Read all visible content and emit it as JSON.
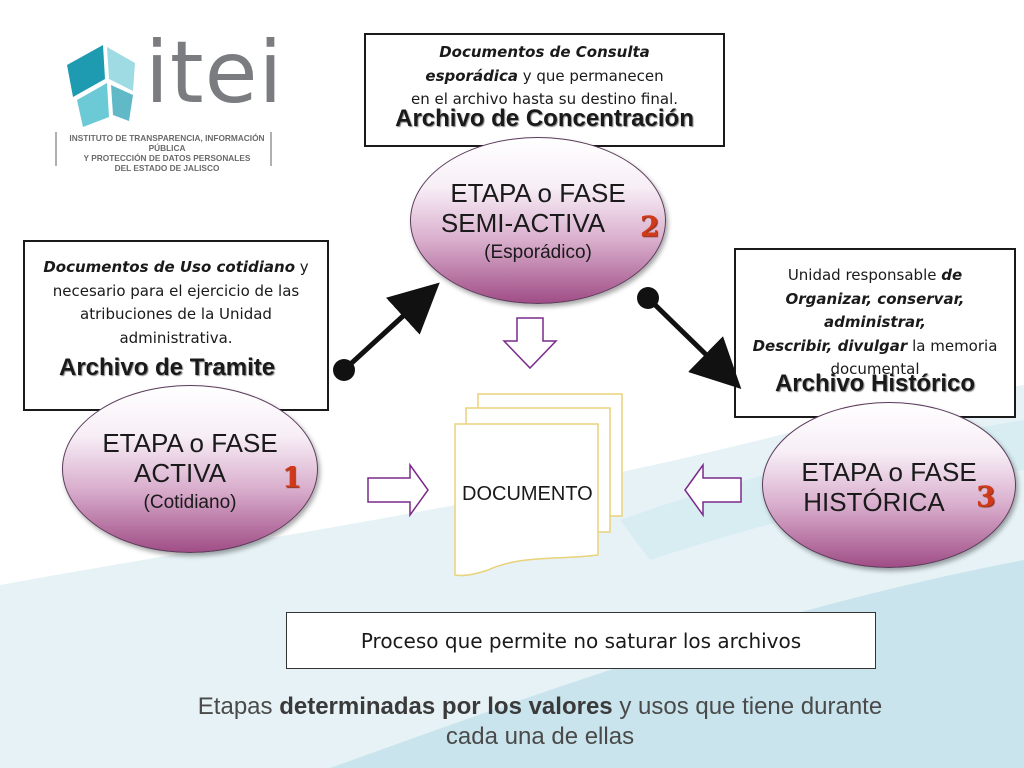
{
  "logo": {
    "name": "itei",
    "subtitle_lines": [
      "INSTITUTO DE TRANSPARENCIA, INFORMACIÓN PÚBLICA",
      "Y PROTECCIÓN DE DATOS PERSONALES",
      "DEL ESTADO DE JALISCO"
    ],
    "colors": {
      "teal": "#1e9bb0",
      "light_teal": "#6cc9d6",
      "gray": "#7a7c80"
    }
  },
  "concentracion": {
    "line1": "Documentos de Consulta",
    "line2_em": "esporádica",
    "line2_rest": " y que permanecen",
    "line3": "en el archivo hasta su destino final.",
    "title": "Archivo de Concentración"
  },
  "tramite": {
    "line1_em": "Documentos de Uso cotidiano",
    "line1_rest": " y",
    "line2": "necesario para el ejercicio  de las",
    "line3": "atribuciones de la Unidad",
    "line4": "administrativa.",
    "title": "Archivo de Tramite"
  },
  "historico": {
    "line1_a": "Unidad responsable ",
    "line1_em": "de",
    "line2_em": "Organizar, conservar, administrar,",
    "line3_em": "Describir, divulgar",
    "line3_rest": " la memoria",
    "line4": "documental",
    "title": "Archivo Histórico"
  },
  "stages": {
    "semi": {
      "line1": "ETAPA o FASE",
      "line2": "SEMI-ACTIVA",
      "sub": "(Esporádico)",
      "number": "2"
    },
    "activa": {
      "line1": "ETAPA o FASE",
      "line2": "ACTIVA",
      "sub": "(Cotidiano)",
      "number": "1"
    },
    "historica": {
      "line1": "ETAPA o FASE",
      "line2": "HISTÓRICA",
      "number": "3"
    }
  },
  "document": {
    "label": "DOCUMENTO"
  },
  "proceso": {
    "text": "Proceso que permite no saturar los archivos"
  },
  "etapas": {
    "pre": "Etapas ",
    "bold": "determinadas por los valores",
    "post": " y usos que tiene durante",
    "line2": "cada una de ellas"
  },
  "colors": {
    "ellipse_dark": "#a04e86",
    "number": "#d03a1a",
    "hollow_arrow": "#7a2a8a",
    "document_outline": "#e8d27a",
    "background_wave": "#cfe7ee"
  }
}
